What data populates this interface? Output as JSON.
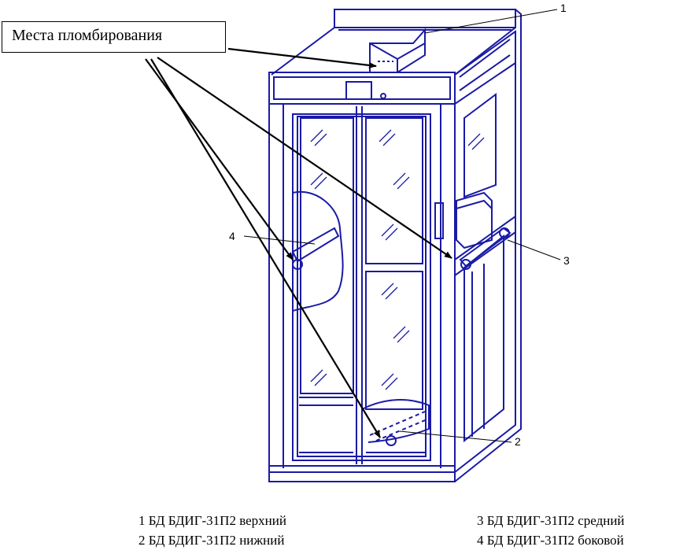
{
  "callout": {
    "label": "Места пломбирования"
  },
  "numbers": {
    "n1": "1",
    "n2": "2",
    "n3": "3",
    "n4": "4"
  },
  "legend": {
    "item1": "1 БД БДИГ-31П2 верхний",
    "item2": "2 БД БДИГ-31П2 нижний",
    "item3": "3 БД БДИГ-31П2 средний",
    "item4": "4 БД БДИГ-31П2 боковой"
  },
  "colors": {
    "frame": "#1a1aa6",
    "leader": "#000000"
  }
}
